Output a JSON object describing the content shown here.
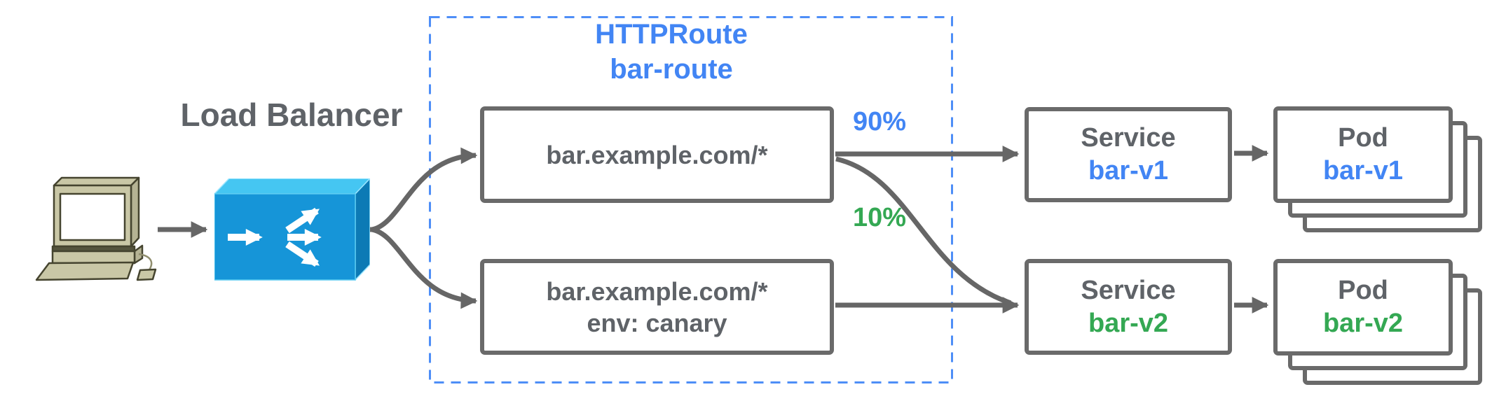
{
  "colors": {
    "accent_blue": "#4285f4",
    "accent_green": "#34a853",
    "box_border_gray": "#6a6a6a",
    "label_gray": "#5f6368",
    "connector_gray": "#666666",
    "httproute_dash_blue": "#4e8ef7",
    "load_balancer_blue": "#1695d8"
  },
  "client": {
    "icon": "desktop-computer-icon"
  },
  "load_balancer": {
    "label": "Load Balancer",
    "icon": "load-balancer-icon"
  },
  "httproute": {
    "kind": "HTTPRoute",
    "name": "bar-route",
    "rules": [
      {
        "match": "bar.example.com/*"
      },
      {
        "match": "bar.example.com/*",
        "header": "env: canary"
      }
    ]
  },
  "weights": [
    {
      "label": "90%"
    },
    {
      "label": "10%"
    }
  ],
  "services": [
    {
      "kind": "Service",
      "name": "bar-v1"
    },
    {
      "kind": "Service",
      "name": "bar-v2"
    }
  ],
  "pods": [
    {
      "kind": "Pod",
      "name": "bar-v1"
    },
    {
      "kind": "Pod",
      "name": "bar-v2"
    }
  ]
}
